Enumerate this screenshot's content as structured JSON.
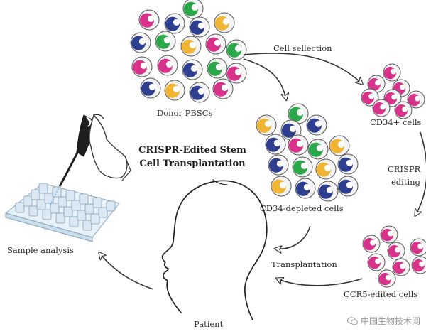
{
  "diagram": {
    "title_line1": "CRISPR-Edited Stem",
    "title_line2": "Cell Transplantation",
    "labels": {
      "donor": "Donor PBSCs",
      "cell_selection": "Cell sellection",
      "cd34_pos": "CD34+ cells",
      "crispr": "CRISPR",
      "editing": "editing",
      "cd34_depleted": "CD34-depleted cells",
      "ccr5": "CCR5-edited cells",
      "transplantation": "Transplantation",
      "sample_analysis": "Sample analysis",
      "patient": "Patient"
    },
    "watermark": "中国生物技术网"
  },
  "colors": {
    "navy": "#2f3f8f",
    "green": "#2aa84a",
    "magenta": "#d8328a",
    "yellow": "#f2b533",
    "outline": "#555555",
    "arrow": "#333333"
  }
}
